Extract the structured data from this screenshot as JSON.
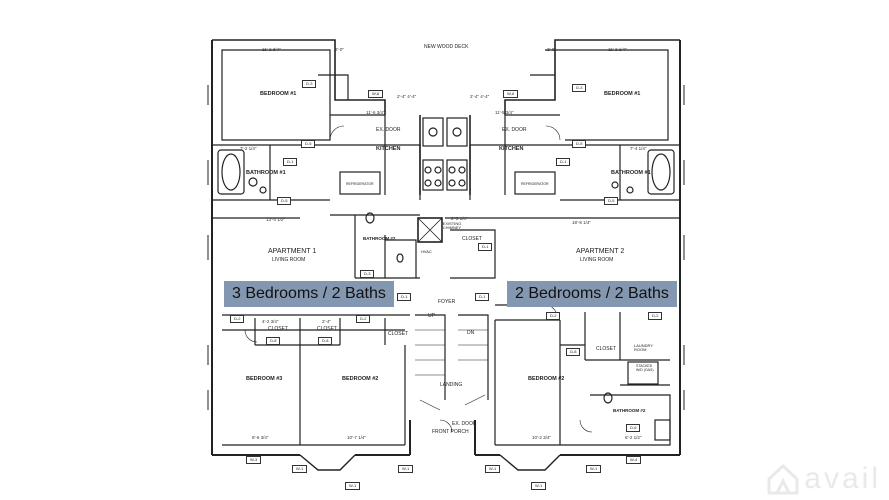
{
  "banners": {
    "left": "3 Bedrooms / 2 Baths",
    "right": "2 Bedrooms / 2 Baths",
    "color": "#8497b0"
  },
  "rooms": {
    "bed1_left": "BEDROOM #1",
    "bed1_right": "BEDROOM #1",
    "kitchen_left": "KITCHEN",
    "kitchen_right": "KITCHEN",
    "bath1_left": "BATHROOM #1",
    "bath1_right": "BATHROOM #1",
    "apt1": "APARTMENT 1",
    "apt2": "APARTMENT 2",
    "living_left": "LIVING ROOM",
    "living_right": "LIVING ROOM",
    "bath2_left": "BATHROOM #2",
    "bath2_right": "BATHROOM #2",
    "bed3_left": "BEDROOM #3",
    "bed2_left": "BEDROOM #2",
    "bed2_right": "BEDROOM #2",
    "closet_a": "CLOSET",
    "closet_b": "CLOSET",
    "closet_c": "CLOSET",
    "closet_d": "CLOSET",
    "closet_e": "CLOSET",
    "laundry": "LAUNDRY ROOM",
    "foyer": "FOYER",
    "landing": "LANDING",
    "front_porch": "FRONT PORCH",
    "ex_door_bottom": "EX. DOOR",
    "ex_door_left": "EX. DOOR",
    "ex_door_right": "EX. DOOR",
    "chimney": "EXISTING CHIMNEY",
    "hvac": "HVAC",
    "refrigerator_left": "REFRIGERATOR",
    "refrigerator_right": "REFRIGERATOR",
    "new_deck": "NEW WOOD DECK",
    "stair_up": "UP",
    "stair_dn": "DN",
    "stacked_wd": "STACKED W/D (GAS)"
  },
  "dimensions": {
    "top_left": "11'-2 3/4\"",
    "top_right": "11'-2 1/4\"",
    "top_left_small": "2'-0\"",
    "top_right_small": "2'-0\"",
    "kitchen_left": "11'-6 3/4\"",
    "kitchen_right": "11'-5 3/4\"",
    "bath_left": "7'-2 1/4\"",
    "bath_right": "7'-4 1/4\"",
    "kitchen_depth_left": "10'-2 1/4\"",
    "kitchen_depth_right": "10'-2 1/4\"",
    "living_left": "13'-4 1/2\"",
    "living_right": "18'-8 1/4\"",
    "chimney_width": "2'-5 1/4\"",
    "bed3_bottom": "8'-6 3/4\"",
    "bed2_left_bottom": "10'-7 1/4\"",
    "bed2_right_bottom": "10'-2 3/4\"",
    "bath2_right_bottom": "6'-2 1/2\"",
    "closet_left_a": "4'-2 3/4\"",
    "closet_left_b": "2'-4\"",
    "deck_left": "2'-4\" 4'-4\"",
    "deck_right": "2'-4\" 4'-4\""
  },
  "tags": {
    "w1": "W-1",
    "w3": "W-3",
    "w4": "W-4",
    "w6": "W-6",
    "d1": "D-1",
    "d2": "D-2",
    "d3": "D-3",
    "d5": "D-5",
    "d6": "D-6",
    "d8": "D-8"
  },
  "logo": {
    "text": "avail",
    "color": "#e9e9e9"
  }
}
